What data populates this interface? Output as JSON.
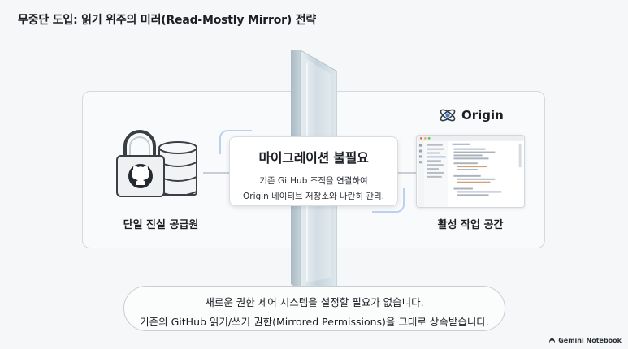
{
  "title": "무중단 도입: 읽기 위주의 미러(Read-Mostly Mirror) 전략",
  "left": {
    "label": "단일 진실 공급원",
    "icons": [
      "lock-icon",
      "github-icon",
      "database-icon"
    ]
  },
  "center": {
    "heading": "마이그레이션 불필요",
    "line1": "기존 GitHub 조직을 연결하여",
    "line2": "Origin 네이티브 저장소와 나란히 관리."
  },
  "right": {
    "brand": "Origin",
    "label": "활성 작업 공간",
    "icons": [
      "origin-logo-icon",
      "code-editor-icon"
    ]
  },
  "footer": {
    "line1": "새로운 권한 제어 시스템을 설정할 필요가 없습니다.",
    "line2": "기존의 GitHub 읽기/쓰기 권한(Mirrored Permissions)을 그대로 상속받습니다."
  },
  "watermark": "Gemini Notebook",
  "colors": {
    "background": "#f6f7f8",
    "frame_border": "#d5d9de",
    "accent_blue": "#bcd0f0",
    "mirror_glass": "#cfdbe2",
    "text": "#1b1f24"
  }
}
